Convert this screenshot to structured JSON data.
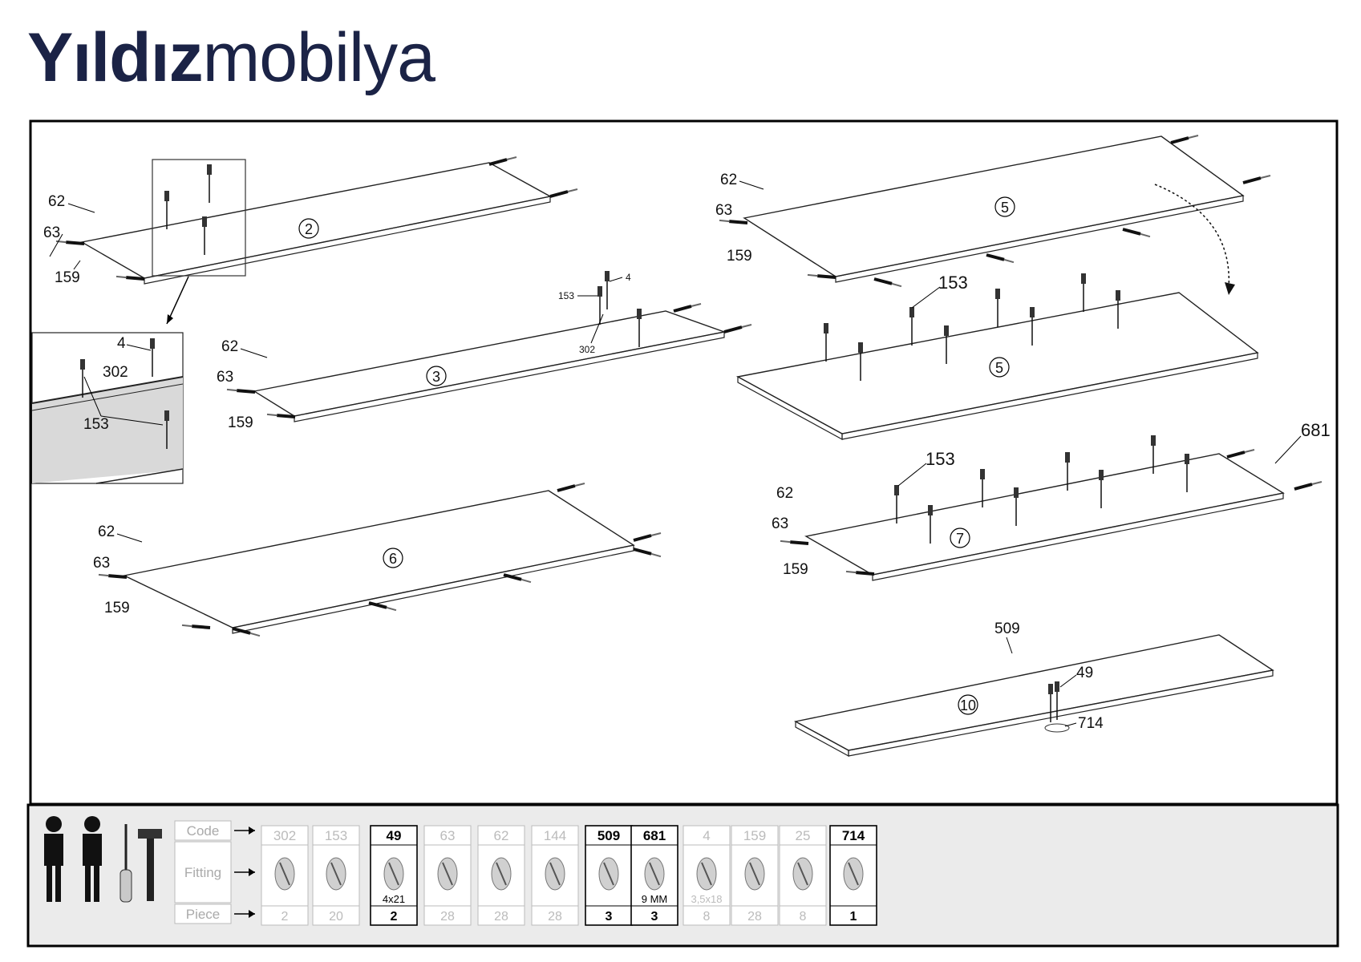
{
  "brand": {
    "bold": "Yıldız",
    "light": "mobilya"
  },
  "callouts": {
    "p2": {
      "a": "62",
      "b": "63",
      "c": "159",
      "step": "2"
    },
    "p3": {
      "a": "62",
      "b": "63",
      "c": "159",
      "step": "3",
      "d": "153",
      "e": "4",
      "f": "302"
    },
    "p5": {
      "a": "62",
      "b": "63",
      "c": "159",
      "step_top": "5",
      "step_bottom": "5",
      "d": "153"
    },
    "p6": {
      "a": "62",
      "b": "63",
      "c": "159",
      "step": "6"
    },
    "p7": {
      "a": "62",
      "b": "63",
      "c": "159",
      "step": "7",
      "d": "153",
      "e": "681"
    },
    "p10": {
      "step": "10",
      "a": "509",
      "b": "49",
      "c": "714"
    },
    "detail": {
      "a": "4",
      "b": "302",
      "c": "153"
    }
  },
  "fittings_table": {
    "row_labels": [
      "Code",
      "Fitting",
      "Piece"
    ],
    "items": [
      {
        "code": "302",
        "size": "",
        "piece": "2",
        "active": false,
        "icon": "cam-cover-icon"
      },
      {
        "code": "153",
        "size": "",
        "piece": "20",
        "active": false,
        "icon": "dowel-screw-icon"
      },
      {
        "code": "49",
        "size": "4x21",
        "piece": "2",
        "active": true,
        "icon": "screw-icon"
      },
      {
        "code": "63",
        "size": "",
        "piece": "28",
        "active": false,
        "icon": "cam-bolt-icon"
      },
      {
        "code": "62",
        "size": "",
        "piece": "28",
        "active": false,
        "icon": "cam-lock-icon"
      },
      {
        "code": "144",
        "size": "",
        "piece": "28",
        "active": false,
        "icon": "cover-cap-icon"
      },
      {
        "code": "509",
        "size": "",
        "piece": "3",
        "active": true,
        "icon": "hinge-icon"
      },
      {
        "code": "681",
        "size": "9 MM",
        "piece": "3",
        "active": true,
        "icon": "hinge-plate-icon"
      },
      {
        "code": "4",
        "size": "3,5x18",
        "piece": "8",
        "active": false,
        "icon": "small-screw-icon"
      },
      {
        "code": "159",
        "size": "",
        "piece": "28",
        "active": false,
        "icon": "wood-dowel-icon"
      },
      {
        "code": "25",
        "size": "",
        "piece": "8",
        "active": false,
        "icon": "long-screw-icon"
      },
      {
        "code": "714",
        "size": "",
        "piece": "1",
        "active": true,
        "icon": "ring-pull-icon"
      }
    ]
  }
}
